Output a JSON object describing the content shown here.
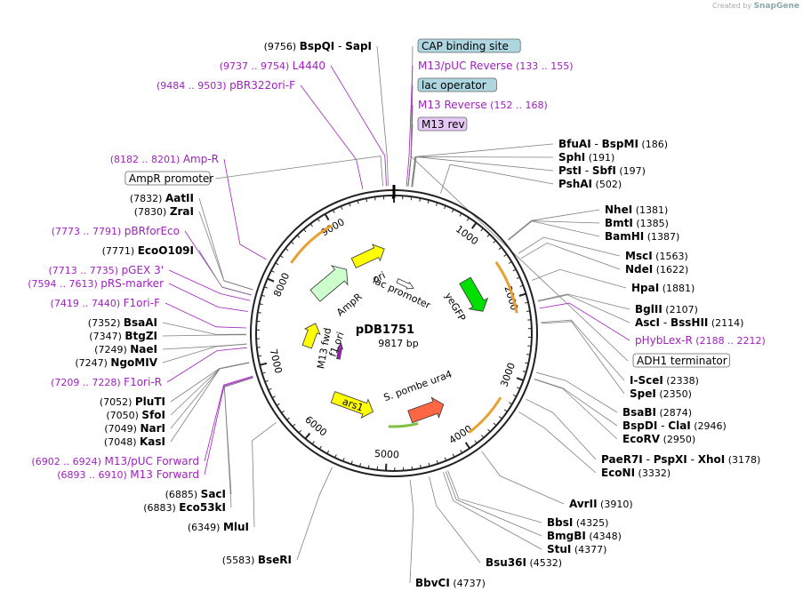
{
  "credit": {
    "prefix": "Created by",
    "brand": "SnapGene"
  },
  "plasmid": {
    "name": "pDB1751",
    "size": "9817 bp"
  },
  "colors": {
    "purple": "#a020c0",
    "black": "#000000",
    "gray": "#808080",
    "primer_fill": "#e6c8f5",
    "box_fill": "#aed6e0"
  },
  "ticks": [
    "1000",
    "2000",
    "3000",
    "4000",
    "5000",
    "6000",
    "7000",
    "8000",
    "9000"
  ],
  "right_labels": [
    {
      "type": "box",
      "text": "CAP binding site"
    },
    {
      "type": "feat",
      "name": "M13/pUC Reverse",
      "pos": "(133 .. 155)"
    },
    {
      "type": "box",
      "text": "lac operator"
    },
    {
      "type": "feat",
      "name": "M13 Reverse",
      "pos": "(152 .. 168)"
    },
    {
      "type": "primer",
      "text": "M13 rev"
    },
    {
      "type": "enz",
      "name": "BfuAI",
      "name2": "BspMI",
      "pos": "(186)"
    },
    {
      "type": "enz",
      "name": "SphI",
      "pos": "(191)"
    },
    {
      "type": "enz",
      "name": "PstI",
      "name2": "SbfI",
      "pos": "(197)"
    },
    {
      "type": "enz",
      "name": "PshAI",
      "pos": "(502)"
    },
    {
      "type": "enz",
      "name": "NheI",
      "pos": "(1381)"
    },
    {
      "type": "enz",
      "name": "BmtI",
      "pos": "(1385)"
    },
    {
      "type": "enz",
      "name": "BamHI",
      "pos": "(1387)"
    },
    {
      "type": "enz",
      "name": "MscI",
      "pos": "(1563)"
    },
    {
      "type": "enz",
      "name": "NdeI",
      "pos": "(1622)"
    },
    {
      "type": "enz",
      "name": "HpaI",
      "pos": "(1881)"
    },
    {
      "type": "enz",
      "name": "BglII",
      "pos": "(2107)"
    },
    {
      "type": "enz",
      "name": "AscI",
      "name2": "BssHII",
      "pos": "(2114)"
    },
    {
      "type": "feat",
      "name": "pHybLex-R",
      "pos": "(2188 .. 2212)"
    },
    {
      "type": "term",
      "text": "ADH1 terminator"
    },
    {
      "type": "enz",
      "name": "I-SceI",
      "pos": "(2338)"
    },
    {
      "type": "enz",
      "name": "SpeI",
      "pos": "(2350)"
    },
    {
      "type": "enz",
      "name": "BsaBI",
      "pos": "(2874)"
    },
    {
      "type": "enz",
      "name": "BspDI",
      "name2": "ClaI",
      "pos": "(2946)"
    },
    {
      "type": "enz",
      "name": "EcoRV",
      "pos": "(2950)"
    },
    {
      "type": "enz",
      "name": "PaeR7I",
      "name2": "PspXI",
      "name3": "XhoI",
      "pos": "(3178)"
    },
    {
      "type": "enz",
      "name": "EcoNI",
      "pos": "(3332)"
    },
    {
      "type": "enz",
      "name": "AvrII",
      "pos": "(3910)"
    },
    {
      "type": "enz",
      "name": "BbsI",
      "pos": "(4325)"
    },
    {
      "type": "enz",
      "name": "BmgBI",
      "pos": "(4348)"
    },
    {
      "type": "enz",
      "name": "StuI",
      "pos": "(4377)"
    },
    {
      "type": "enz",
      "name": "Bsu36I",
      "pos": "(4532)"
    },
    {
      "type": "enz",
      "name": "BbvCI",
      "pos": "(4737)"
    }
  ],
  "left_labels": [
    {
      "type": "enz",
      "name": "BspQI",
      "name2": "SapI",
      "pos": "(9756)"
    },
    {
      "type": "feat",
      "name": "L4440",
      "pos": "(9737 .. 9754)"
    },
    {
      "type": "feat",
      "name": "pBR322ori-F",
      "pos": "(9484 .. 9503)"
    },
    {
      "type": "feat",
      "name": "Amp-R",
      "pos": "(8182 .. 8201)"
    },
    {
      "type": "term",
      "text": "AmpR promoter"
    },
    {
      "type": "enz",
      "name": "AatII",
      "pos": "(7832)"
    },
    {
      "type": "enz",
      "name": "ZraI",
      "pos": "(7830)"
    },
    {
      "type": "feat",
      "name": "pBRforEco",
      "pos": "(7773 .. 7791)"
    },
    {
      "type": "enz",
      "name": "EcoO109I",
      "pos": "(7771)"
    },
    {
      "type": "feat",
      "name": "pGEX 3'",
      "pos": "(7713 .. 7735)"
    },
    {
      "type": "feat",
      "name": "pRS-marker",
      "pos": "(7594 .. 7613)"
    },
    {
      "type": "feat",
      "name": "F1ori-F",
      "pos": "(7419 .. 7440)"
    },
    {
      "type": "enz",
      "name": "BsaAI",
      "pos": "(7352)"
    },
    {
      "type": "enz",
      "name": "BtgZI",
      "pos": "(7347)"
    },
    {
      "type": "enz",
      "name": "NaeI",
      "pos": "(7249)"
    },
    {
      "type": "enz",
      "name": "NgoMIV",
      "pos": "(7247)"
    },
    {
      "type": "feat",
      "name": "F1ori-R",
      "pos": "(7209 .. 7228)"
    },
    {
      "type": "enz",
      "name": "PluTI",
      "pos": "(7052)"
    },
    {
      "type": "enz",
      "name": "SfoI",
      "pos": "(7050)"
    },
    {
      "type": "enz",
      "name": "NarI",
      "pos": "(7049)"
    },
    {
      "type": "enz",
      "name": "KasI",
      "pos": "(7048)"
    },
    {
      "type": "feat",
      "name": "M13/pUC Forward",
      "pos": "(6902 .. 6924)"
    },
    {
      "type": "feat",
      "name": "M13 Forward",
      "pos": "(6893 .. 6910)"
    },
    {
      "type": "enz",
      "name": "SacI",
      "pos": "(6885)"
    },
    {
      "type": "enz",
      "name": "Eco53kI",
      "pos": "(6883)"
    },
    {
      "type": "enz",
      "name": "MluI",
      "pos": "(6349)"
    },
    {
      "type": "enz",
      "name": "BseRI",
      "pos": "(5583)"
    }
  ],
  "features": [
    {
      "name": "ori",
      "color": "#ffff00"
    },
    {
      "name": "lac promoter",
      "color": "#ffffff"
    },
    {
      "name": "AmpR",
      "color": "#ccffcc"
    },
    {
      "name": "yeGFP",
      "color": "#00e000"
    },
    {
      "name": "f1 ori",
      "color": "#ffff00"
    },
    {
      "name": "M13 fwd",
      "color": "#a020c0"
    },
    {
      "name": "ars1",
      "color": "#ffff00"
    },
    {
      "name": "S. pombe ura4",
      "color": "#ff6644"
    }
  ]
}
